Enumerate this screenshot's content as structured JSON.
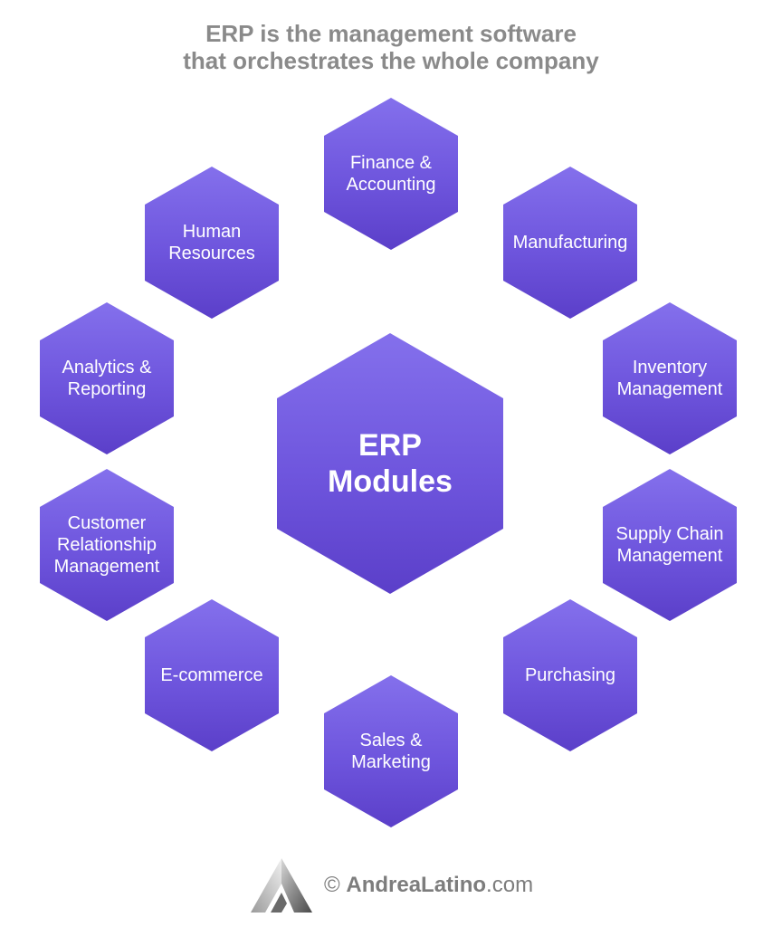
{
  "header": {
    "title_line1": "ERP is the management software",
    "title_line2": "that orchestrates the whole company"
  },
  "center": {
    "label": "ERP\nModules"
  },
  "modules": [
    {
      "id": "finance",
      "label": "Finance &\nAccounting"
    },
    {
      "id": "manufacturing",
      "label": "Manufacturing"
    },
    {
      "id": "inventory",
      "label": "Inventory\nManagement"
    },
    {
      "id": "supply-chain",
      "label": "Supply Chain\nManagement"
    },
    {
      "id": "purchasing",
      "label": "Purchasing"
    },
    {
      "id": "sales",
      "label": "Sales &\nMarketing"
    },
    {
      "id": "ecommerce",
      "label": "E-commerce"
    },
    {
      "id": "crm",
      "label": "Customer\nRelationship\nManagement"
    },
    {
      "id": "analytics",
      "label": "Analytics &\nReporting"
    },
    {
      "id": "hr",
      "label": "Human\nResources"
    }
  ],
  "footer": {
    "copyright_symbol": "©",
    "brand": "AndreaLatino",
    "tld": ".com"
  },
  "colors": {
    "hex_top": "#8470ec",
    "hex_bottom": "#5b3fc9",
    "title_gray": "#8a8a8a"
  }
}
